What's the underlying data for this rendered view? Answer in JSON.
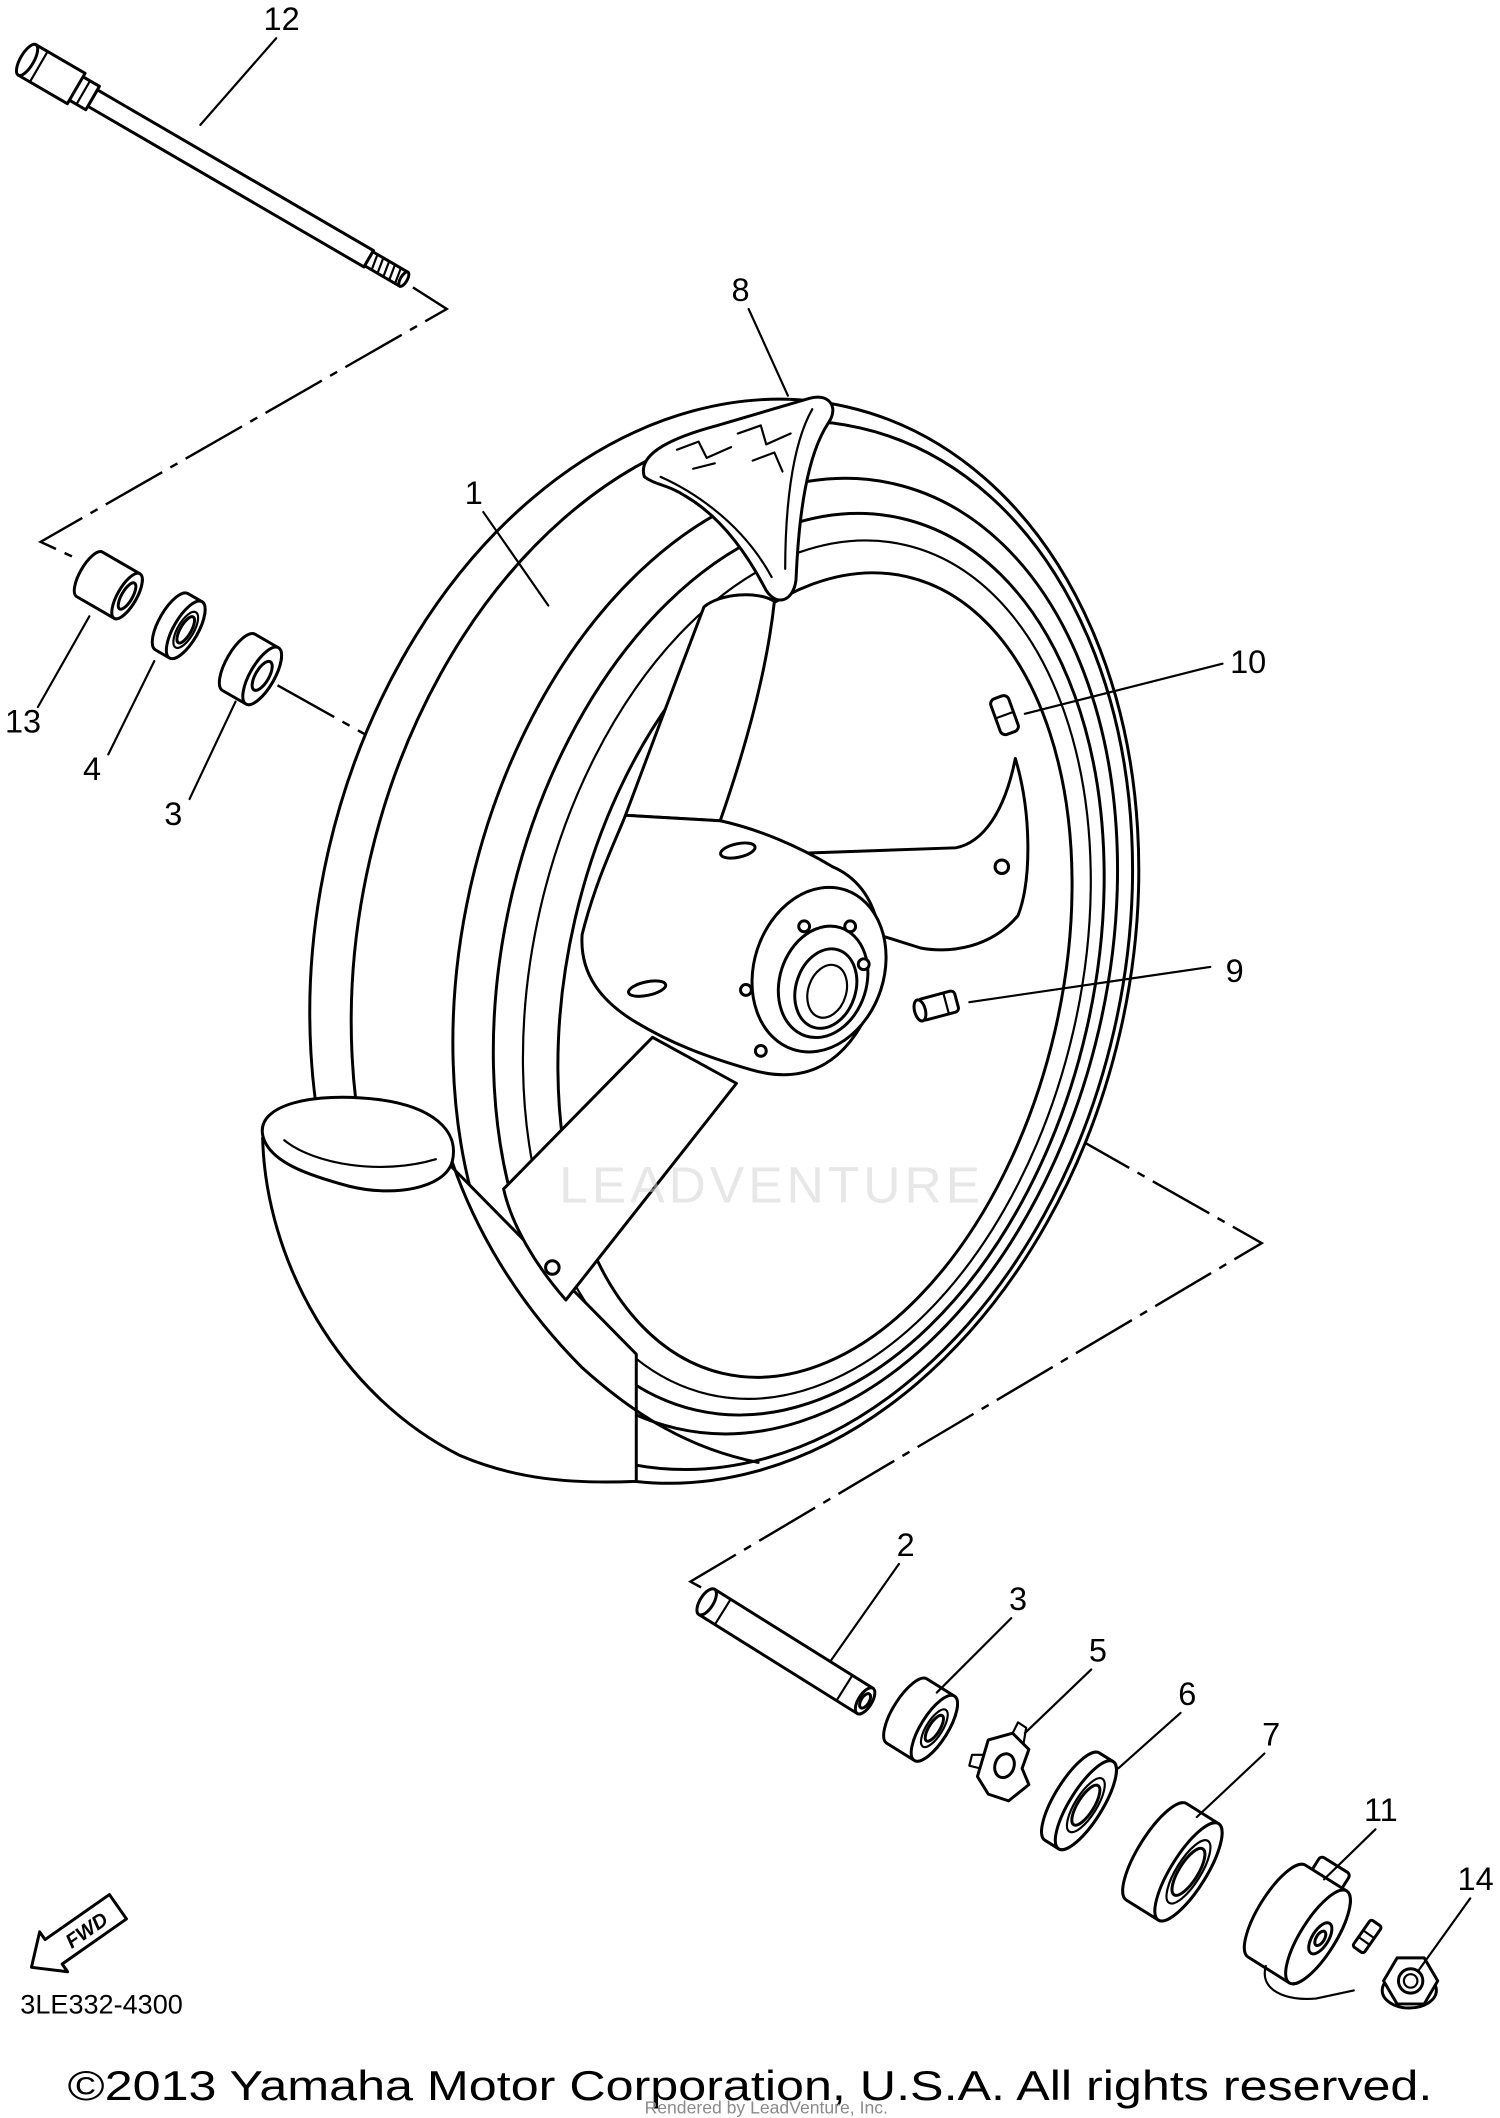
{
  "diagram": {
    "code": "3LE332-4300",
    "copyright": "©2013 Yamaha Motor Corporation, U.S.A. All rights reserved.",
    "render_credit": "Rendered by LeadVenture, Inc.",
    "watermark": "LEADVENTURE",
    "fwd_label": "FWD"
  },
  "callouts": [
    "12",
    "8",
    "1",
    "10",
    "13",
    "4",
    "3",
    "9",
    "2",
    "3",
    "5",
    "6",
    "7",
    "11",
    "14"
  ],
  "colors": {
    "line": "#000000",
    "background": "#ffffff",
    "watermark": "#d4d4d4"
  }
}
